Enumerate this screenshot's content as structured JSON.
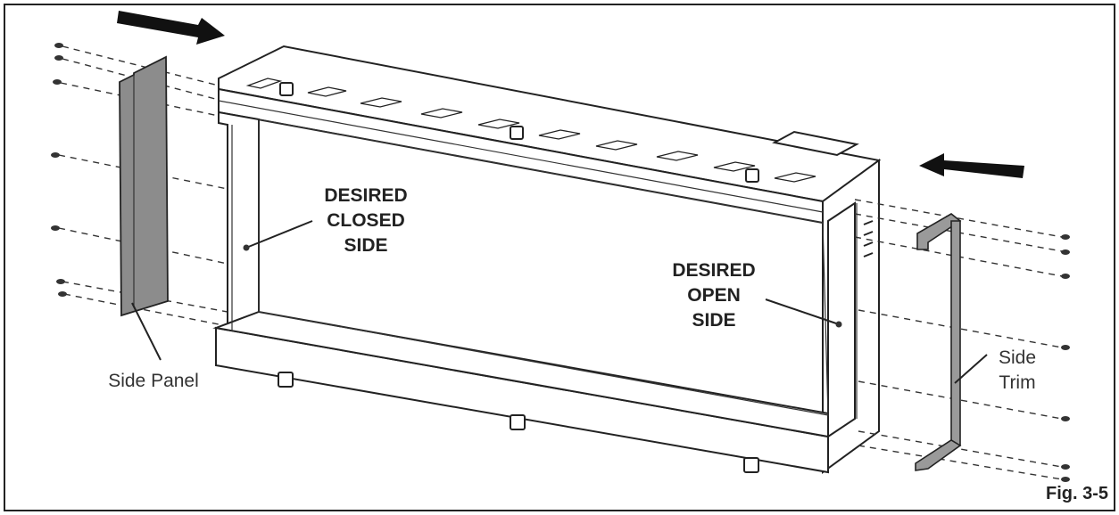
{
  "labels": {
    "closed_side": [
      "DESIRED",
      "CLOSED",
      "SIDE"
    ],
    "open_side": [
      "DESIRED",
      "OPEN",
      "SIDE"
    ],
    "side_panel": "Side Panel",
    "side_trim": [
      "Side",
      "Trim"
    ],
    "figure_number": "Fig. 3-5"
  }
}
